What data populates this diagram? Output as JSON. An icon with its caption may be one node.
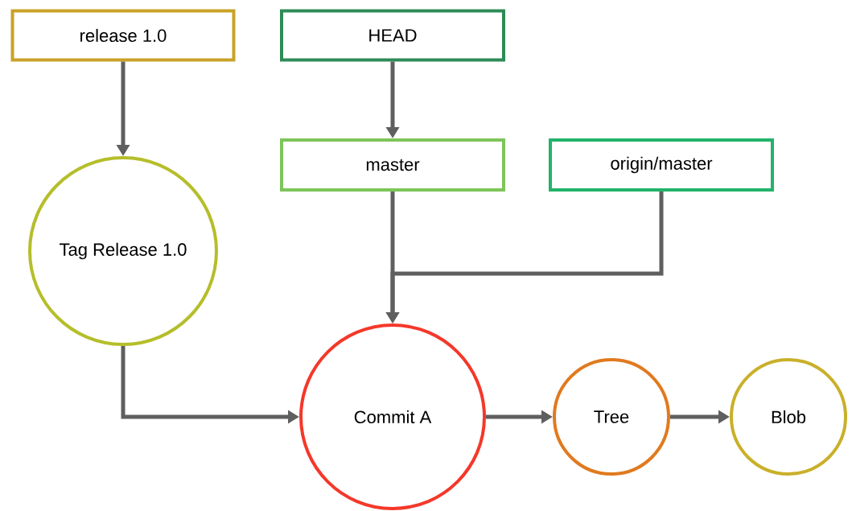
{
  "diagram": {
    "nodes": [
      {
        "text": [
          "release 1.0"
        ]
      },
      {
        "text": [
          "HEAD"
        ]
      },
      {
        "text": [
          "Tag Release 1.0"
        ]
      },
      {
        "text": [
          "master"
        ]
      },
      {
        "text": [
          "origin/master"
        ]
      },
      {
        "text": [
          "Commit A"
        ]
      },
      {
        "text": [
          "Tree"
        ]
      },
      {
        "text": [
          "Blob"
        ]
      }
    ],
    "edges": [
      {
        "from": 0,
        "to": 2,
        "arrow": "to"
      },
      {
        "from": 1,
        "to": 3,
        "arrow": "to"
      },
      {
        "from": 2,
        "to": 5,
        "arrow": "to"
      },
      {
        "from": 3,
        "to": 5,
        "arrow": "to"
      },
      {
        "from": 4,
        "to": 5,
        "arrow": "to"
      },
      {
        "from": 5,
        "to": 6,
        "arrow": "to"
      },
      {
        "from": 6,
        "to": 7,
        "arrow": "to"
      }
    ]
  }
}
